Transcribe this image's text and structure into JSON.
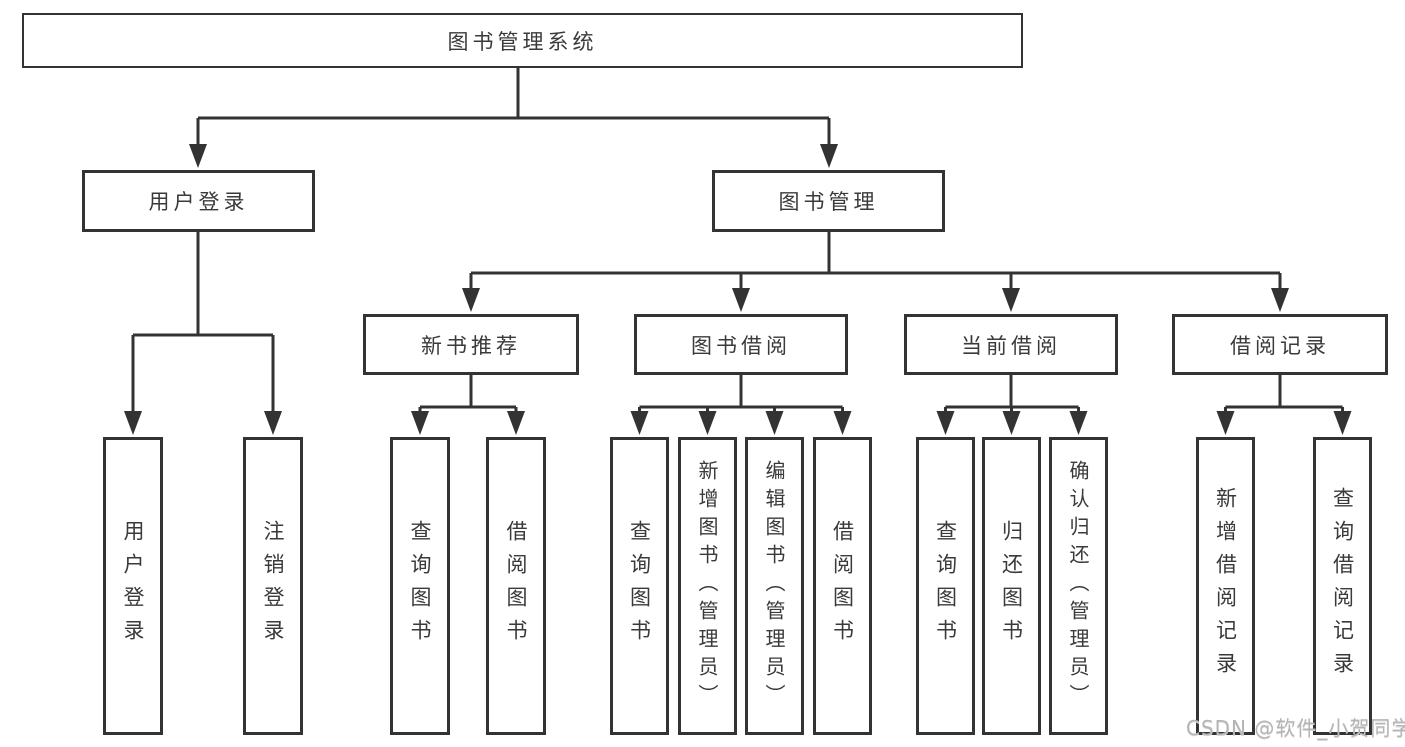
{
  "tree": {
    "root": "图书管理系统",
    "branches": [
      {
        "label": "用户登录",
        "children": [
          "用户登录",
          "注销登录"
        ]
      },
      {
        "label": "图书管理",
        "sections": [
          {
            "label": "新书推荐",
            "children": [
              "查询图书",
              "借阅图书"
            ]
          },
          {
            "label": "图书借阅",
            "children": [
              "查询图书",
              "新增图书（管理员）",
              "编辑图书（管理员）",
              "借阅图书"
            ]
          },
          {
            "label": "当前借阅",
            "children": [
              "查询图书",
              "归还图书",
              "确认归还（管理员）"
            ]
          },
          {
            "label": "借阅记录",
            "children": [
              "新增借阅记录",
              "查询借阅记录"
            ]
          }
        ]
      }
    ]
  },
  "watermark": "CSDN @软件_小贺同学",
  "colors": {
    "line": "#333333",
    "text": "#3a3a3a",
    "box_fill": "#ffffff",
    "watermark": "#b5b5b5",
    "background": "#ffffff"
  }
}
